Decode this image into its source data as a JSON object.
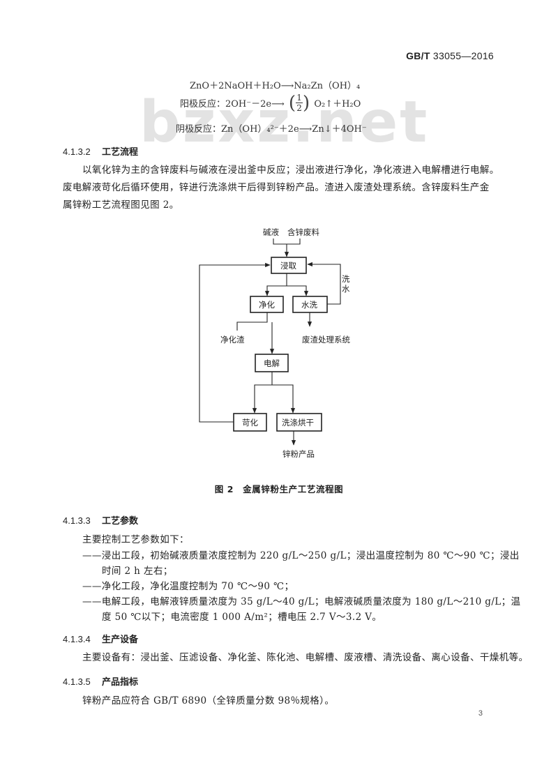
{
  "header": {
    "standard_prefix": "GB/T",
    "standard_number": "33055—2016"
  },
  "watermark": "bzxz.net",
  "equations": {
    "eq1": "ZnO＋2NaOH＋H₂O⟶Na₂Zn（OH）₄",
    "eq2_left": "阳极反应：2OH⁻－2e⟶",
    "eq2_frac_num": "1",
    "eq2_frac_den": "2",
    "eq2_right": "O₂↑＋H₂O",
    "eq3": "阴极反应：Zn（OH）₄²⁻＋2e⟶Zn↓＋4OH⁻"
  },
  "sections": {
    "s4132": {
      "number": "4.1.3.2",
      "title": "工艺流程",
      "para_line1": "以氧化锌为主的含锌废料与碱液在浸出釜中反应；浸出液进行净化，净化液进入电解槽进行电解。",
      "para_line2": "废电解液苛化后循环使用，锌进行洗涤烘干后得到锌粉产品。渣进入废渣处理系统。含锌废料生产金",
      "para_line3": "属锌粉工艺流程图见图 2。"
    },
    "s4133": {
      "number": "4.1.3.3",
      "title": "工艺参数",
      "intro": "主要控制工艺参数如下：",
      "item1_line1": "——浸出工段，初始碱液质量浓度控制为 220 g/L～250 g/L；浸出温度控制为 80 ℃～90 ℃；浸出",
      "item1_line2": "时间 2 h 左右；",
      "item2": "——净化工段，净化温度控制为 70 ℃～90 ℃；",
      "item3_line1": "——电解工段，电解液锌质量浓度为 35 g/L～40 g/L；电解液碱质量浓度为 180 g/L～210 g/L；温",
      "item3_line2": "度 50 ℃以下；电流密度 1 000 A/m²；槽电压 2.7 V～3.2 V。"
    },
    "s4134": {
      "number": "4.1.3.4",
      "title": "生产设备",
      "para": "主要设备有：浸出釜、压滤设备、净化釜、陈化池、电解槽、废液槽、清洗设备、离心设备、干燥机等。"
    },
    "s4135": {
      "number": "4.1.3.5",
      "title": "产品指标",
      "para": "锌粉产品应符合 GB/T 6890（全锌质量分数 98％规格）。"
    }
  },
  "flowchart": {
    "input_alkali": "碱液",
    "input_zinc_waste": "含锌废料",
    "leaching": "浸取",
    "purification": "净化",
    "water_wash": "水洗",
    "wash_water_1": "洗",
    "wash_water_2": "水",
    "purification_residue": "净化渣",
    "waste_residue_system": "废渣处理系统",
    "electrolysis": "电解",
    "causticization": "苛化",
    "wash_dry": "洗涤烘干",
    "zinc_product": "锌粉产品"
  },
  "figure_caption": "图 2　金属锌粉生产工艺流程图",
  "page_number": "3"
}
